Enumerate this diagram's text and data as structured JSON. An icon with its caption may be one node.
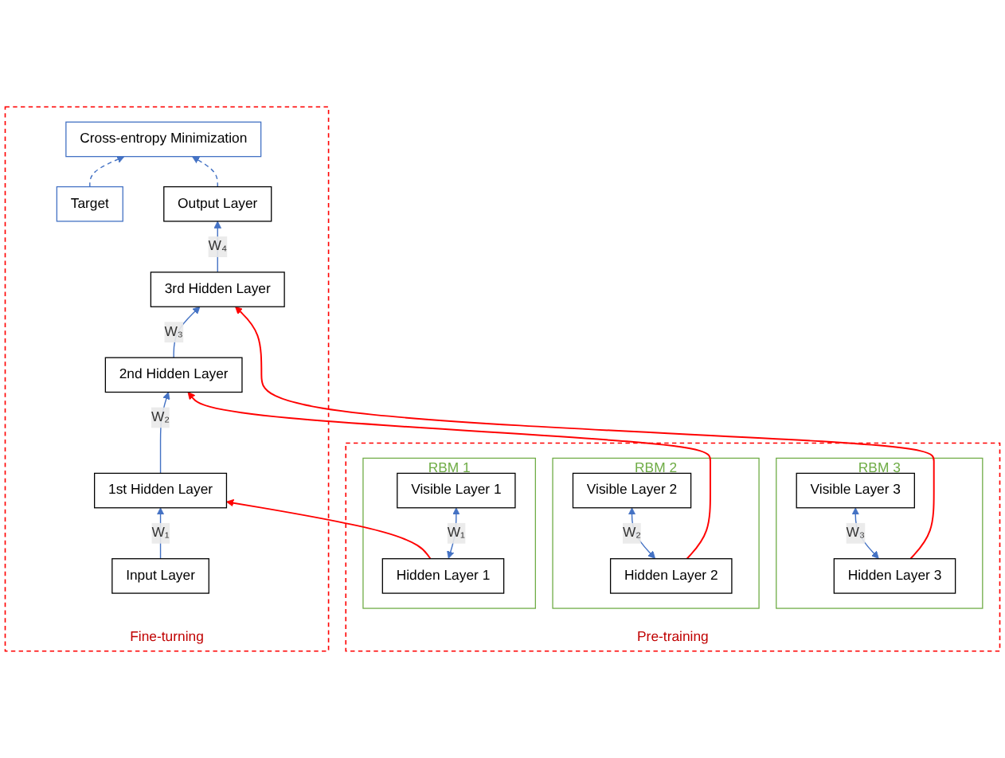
{
  "diagram": {
    "nodes": [
      {
        "text": [
          "Pre-training"
        ]
      },
      {
        "text": [
          "RBM 3"
        ],
        "in": 0
      },
      {
        "text": [
          "Hidden Layer 3"
        ],
        "in": 1
      },
      {
        "text": [
          "Visible Layer 3"
        ],
        "in": 1
      },
      {
        "text": [
          "RBM 2"
        ],
        "in": 0
      },
      {
        "text": [
          "Hidden Layer 2"
        ],
        "in": 4
      },
      {
        "text": [
          "Visible Layer 2"
        ],
        "in": 4
      },
      {
        "text": [
          "RBM 1"
        ],
        "in": 0
      },
      {
        "text": [
          "Hidden Layer 1"
        ],
        "in": 7
      },
      {
        "text": [
          "Visible Layer 1"
        ],
        "in": 7
      },
      {
        "text": [
          "Fine-turning"
        ]
      },
      {
        "text": [
          "Cross-entropy Minimization"
        ],
        "in": 10
      },
      {
        "text": [
          "Output Layer"
        ],
        "in": 10
      },
      {
        "text": [
          "Target"
        ],
        "in": 10
      },
      {
        "text": [
          "3rd Hidden Layer"
        ],
        "in": 10
      },
      {
        "text": [
          "2nd Hidden Layer"
        ],
        "in": 10
      },
      {
        "text": [
          "1st Hidden Layer"
        ],
        "in": 10
      },
      {
        "text": [
          "Input Layer"
        ],
        "in": 10
      }
    ],
    "edges": [
      {
        "from": 2,
        "to": 3,
        "arrow": "both",
        "label": "W₃"
      },
      {
        "from": 5,
        "to": 6,
        "arrow": "both",
        "label": "W₂"
      },
      {
        "from": 8,
        "to": 9,
        "arrow": "both",
        "label": "W₁"
      },
      {
        "from": 2,
        "to": 14,
        "arrow": "to",
        "color": "#ff0000"
      },
      {
        "from": 5,
        "to": 15,
        "arrow": "to",
        "color": "#ff0000"
      },
      {
        "from": 8,
        "to": 16,
        "arrow": "to",
        "color": "#ff0000"
      },
      {
        "from": 17,
        "to": 16,
        "arrow": "to",
        "label": "W₁"
      },
      {
        "from": 16,
        "to": 15,
        "arrow": "to",
        "label": "W₂"
      },
      {
        "from": 15,
        "to": 14,
        "arrow": "to",
        "label": "W₃"
      },
      {
        "from": 14,
        "to": 12,
        "arrow": "to",
        "label": "W₄"
      },
      {
        "from": 12,
        "to": 11,
        "arrow": "to",
        "style": "dashed"
      },
      {
        "from": 13,
        "to": 11,
        "arrow": "to",
        "style": "dashed"
      }
    ]
  }
}
